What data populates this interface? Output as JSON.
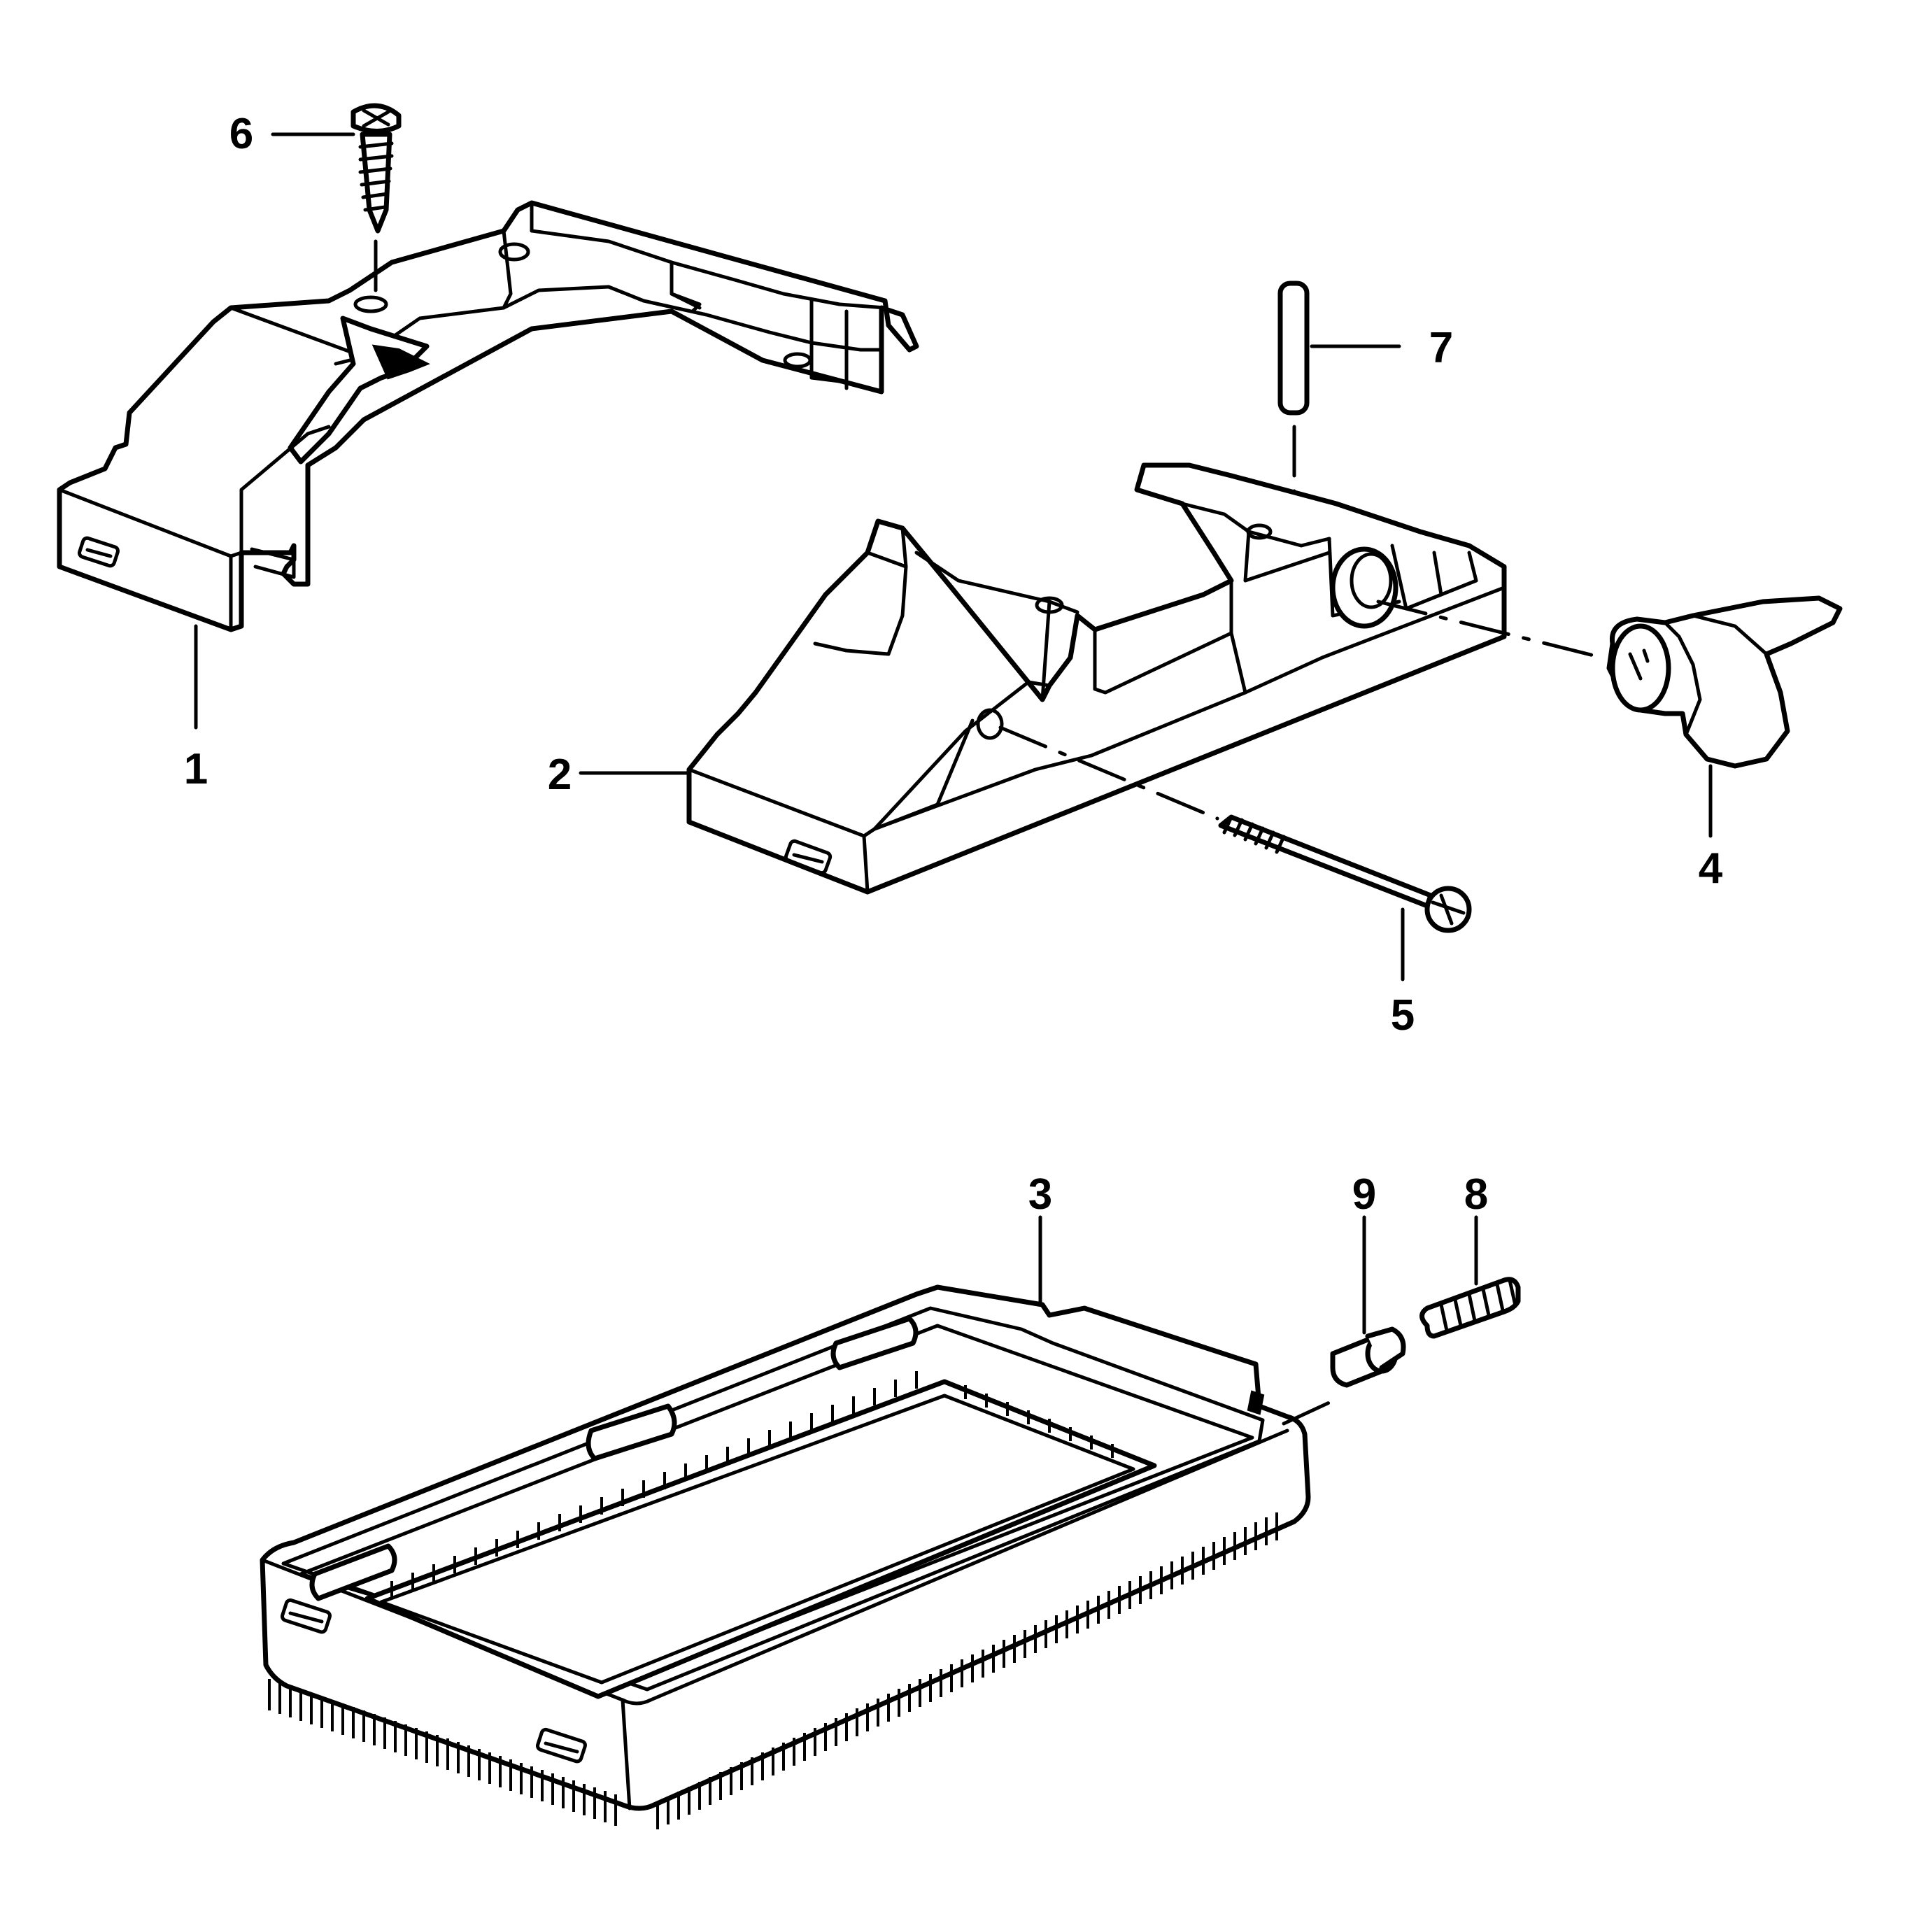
{
  "diagram": {
    "labels": {
      "bracket": "1",
      "upper_housing": "2",
      "brush_frame": "3",
      "lever_knob": "4",
      "long_screw": "5",
      "self_tapping_screw": "6",
      "pin": "7",
      "spring": "8",
      "plunger": "9"
    }
  }
}
